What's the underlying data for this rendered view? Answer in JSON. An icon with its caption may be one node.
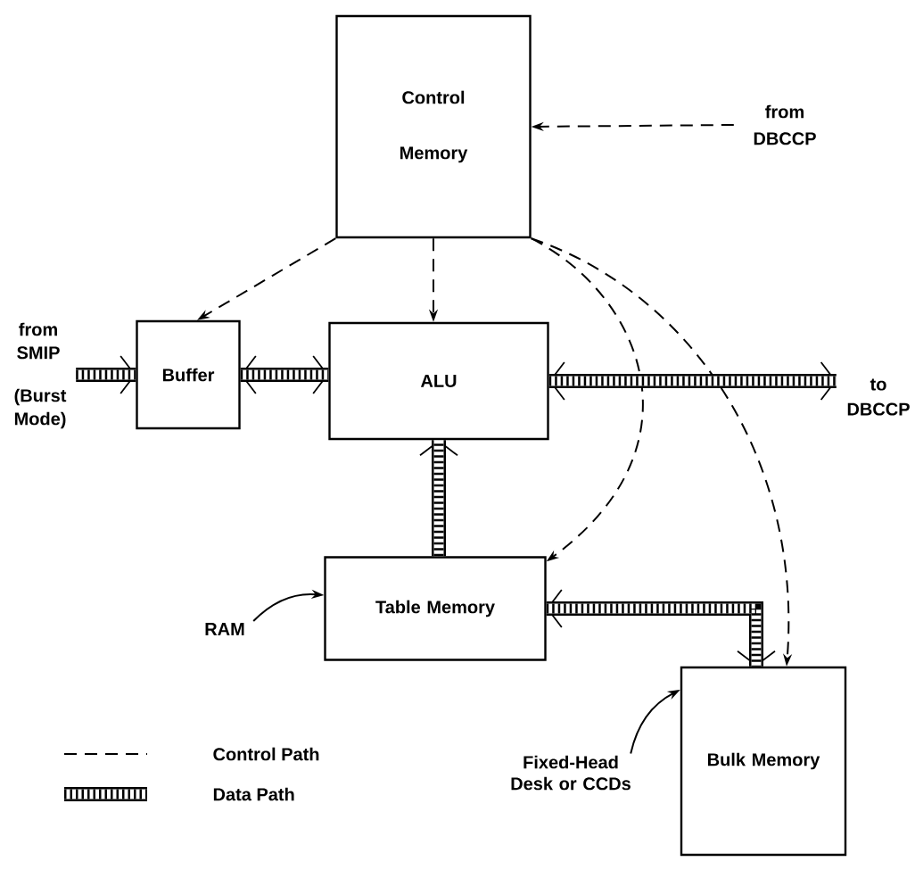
{
  "diagram": {
    "nodes": [
      {
        "text": [
          "Control Memory"
        ]
      },
      {
        "text": [
          "Buffer"
        ]
      },
      {
        "text": [
          "ALU"
        ]
      },
      {
        "text": [
          "Table Memory"
        ]
      },
      {
        "text": [
          "Bulk Memory"
        ]
      },
      {
        "text": [
          "from DBCCP"
        ]
      },
      {
        "text": [
          "from SMIP"
        ],
        "beside": [
          "(Burst Mode)"
        ]
      },
      {
        "text": [
          "to DBCCP"
        ]
      },
      {
        "text": [
          "RAM"
        ]
      },
      {
        "text": [
          "Fixed-Head Desk or CCDs"
        ]
      }
    ],
    "edges": [
      {
        "from": 5,
        "to": 0,
        "arrow": "to",
        "style": "dashed"
      },
      {
        "from": 0,
        "to": 1,
        "arrow": "to",
        "style": "dashed"
      },
      {
        "from": 0,
        "to": 2,
        "arrow": "to",
        "style": "dashed"
      },
      {
        "from": 0,
        "to": 3,
        "arrow": "to",
        "style": "dashed"
      },
      {
        "from": 0,
        "to": 4,
        "arrow": "to",
        "style": "dashed"
      },
      {
        "from": 6,
        "to": 1,
        "arrow": "to",
        "style": "thick"
      },
      {
        "from": 1,
        "to": 2,
        "arrow": "both",
        "style": "thick"
      },
      {
        "from": 2,
        "to": 7,
        "arrow": "both",
        "style": "thick"
      },
      {
        "from": 3,
        "to": 2,
        "arrow": "to",
        "style": "thick"
      },
      {
        "from": 3,
        "to": 4,
        "arrow": "both",
        "style": "thick"
      },
      {
        "from": 8,
        "to": 3,
        "arrow": "to"
      },
      {
        "from": 9,
        "to": 4,
        "arrow": "to"
      }
    ],
    "legend": [
      {
        "text": "Control Path"
      },
      {
        "text": "Data Path"
      }
    ]
  }
}
